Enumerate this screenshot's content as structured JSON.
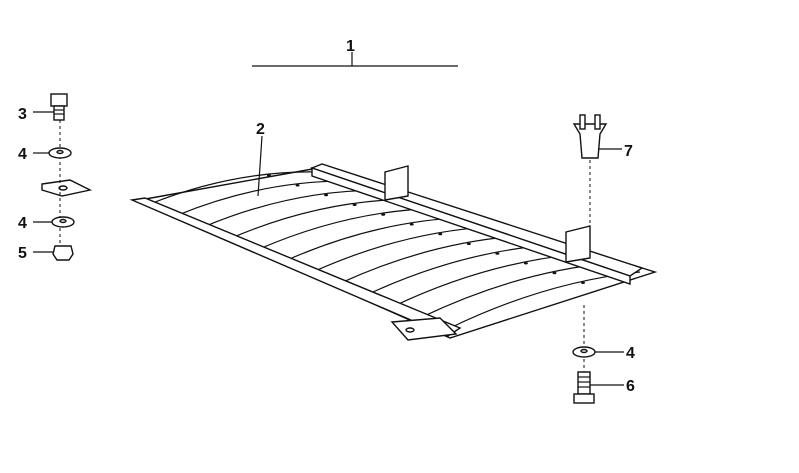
{
  "diagram": {
    "callouts": [
      {
        "id": "callout-1",
        "text": "1"
      },
      {
        "id": "callout-2",
        "text": "2"
      },
      {
        "id": "callout-3",
        "text": "3"
      },
      {
        "id": "callout-4a",
        "text": "4"
      },
      {
        "id": "callout-4b",
        "text": "4"
      },
      {
        "id": "callout-5",
        "text": "5"
      },
      {
        "id": "callout-7",
        "text": "7"
      },
      {
        "id": "callout-4c",
        "text": "4"
      },
      {
        "id": "callout-6",
        "text": "6"
      }
    ]
  }
}
